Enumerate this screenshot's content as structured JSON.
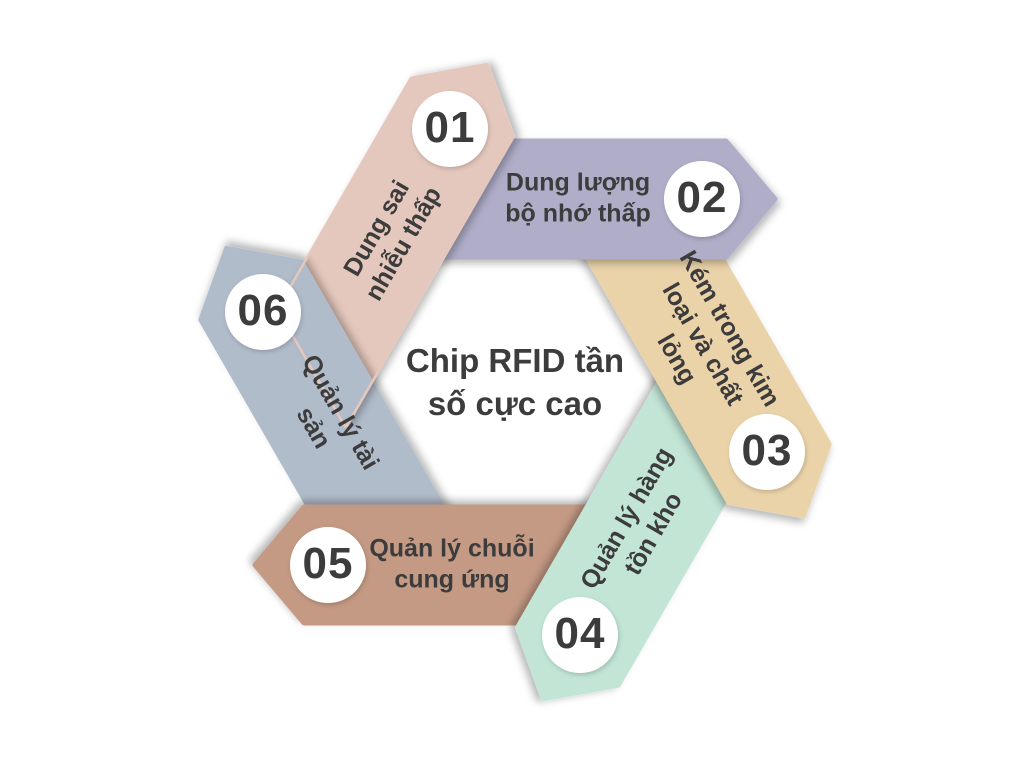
{
  "diagram": {
    "title": "Chip RFID tần\nsố cực cao",
    "background_color": "#FFFFFF",
    "text_color": "#3C3C3C",
    "segments": [
      {
        "number": "01",
        "label": "Dung sai\nnhiễu thấp",
        "color": "#E5C8BD"
      },
      {
        "number": "02",
        "label": "Dung lượng\nbộ nhớ thấp",
        "color": "#AFADC8"
      },
      {
        "number": "03",
        "label": "Kém trong kim\nloại và chất\nlỏng",
        "color": "#EBD3A9"
      },
      {
        "number": "04",
        "label": "Quản lý hàng\ntồn kho",
        "color": "#C2E5D6"
      },
      {
        "number": "05",
        "label": "Quản lý chuỗi\ncung ứng",
        "color": "#C49A84"
      },
      {
        "number": "06",
        "label": "Quản lý tài\nsản",
        "color": "#B1BCCB"
      }
    ]
  }
}
